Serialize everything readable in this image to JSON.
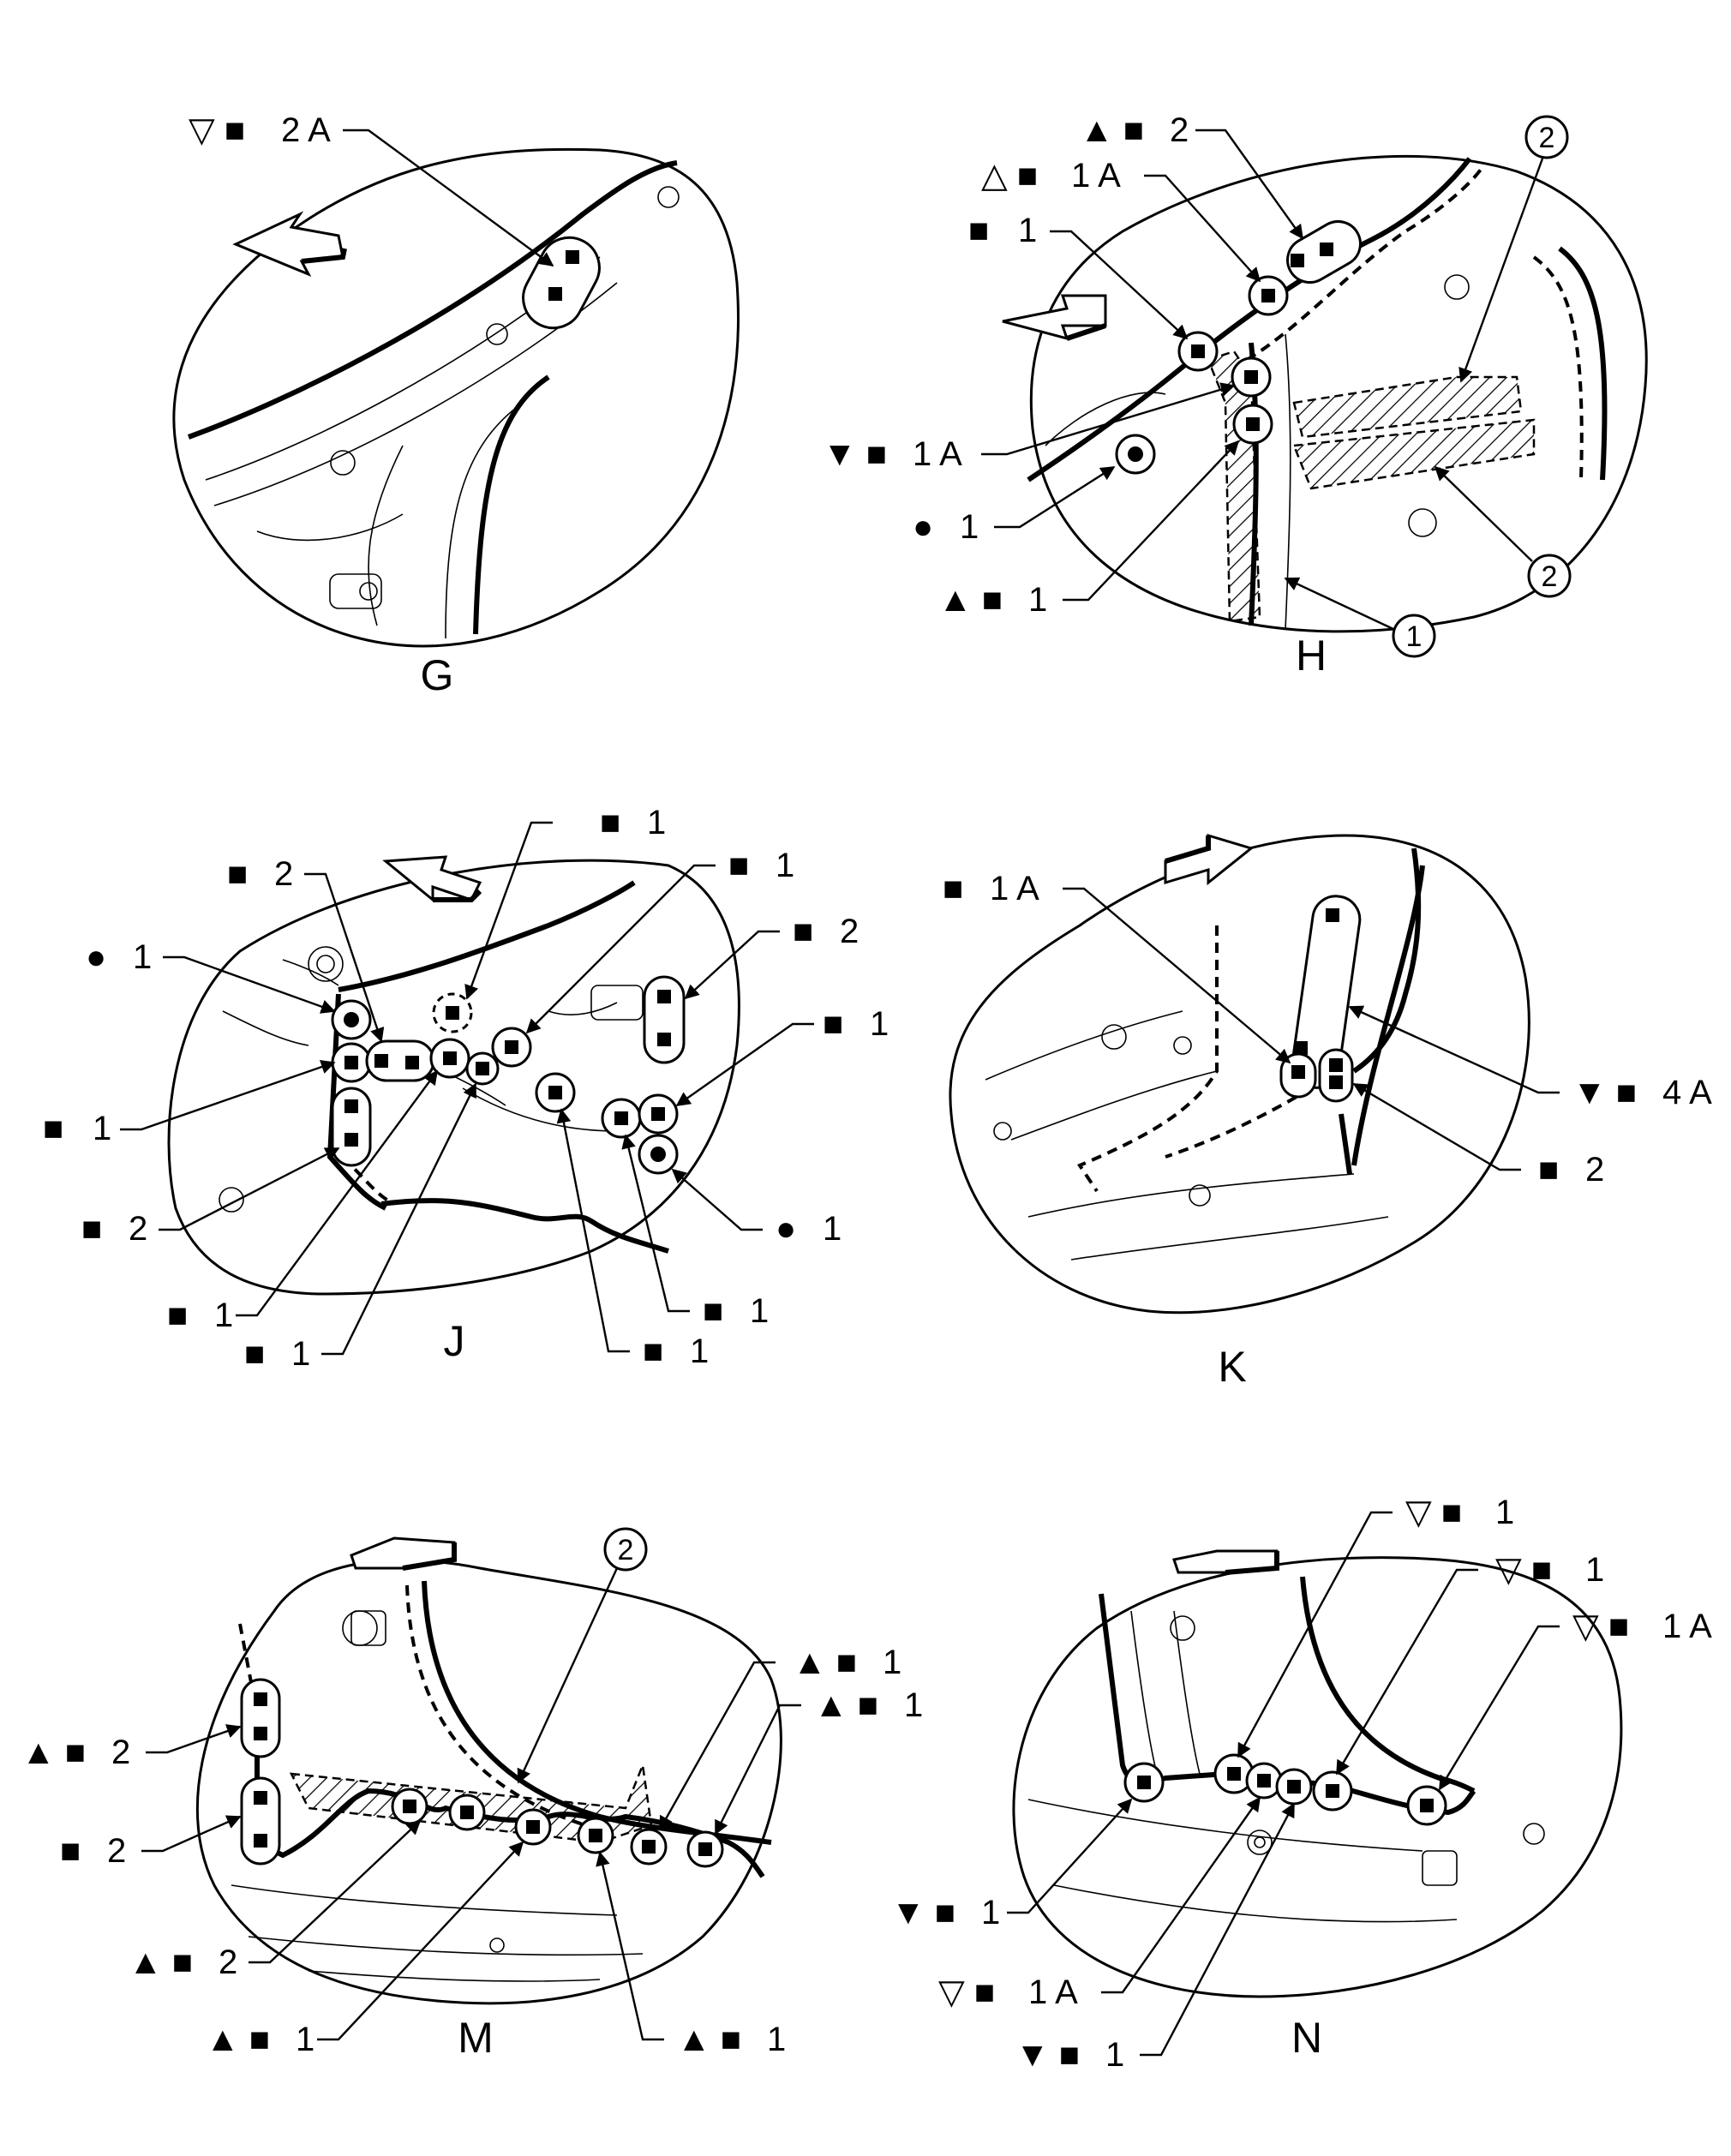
{
  "panels": {
    "G": {
      "letter": "G",
      "callouts": [
        {
          "symbols": "▽ ■",
          "label": "2 A"
        }
      ]
    },
    "H": {
      "letter": "H",
      "callouts": [
        {
          "symbols": "▲ ■",
          "label": "2"
        },
        {
          "symbols": "△ ■",
          "label": "1 A"
        },
        {
          "symbols": "■",
          "label": "1"
        },
        {
          "symbols": "▼ ■",
          "label": "1 A"
        },
        {
          "symbols": "●",
          "label": "1"
        },
        {
          "symbols": "▲ ■",
          "label": "1"
        }
      ],
      "circled_numbers": [
        "2",
        "2",
        "1"
      ]
    },
    "J": {
      "letter": "J",
      "callouts": [
        {
          "symbols": "■",
          "label": "2"
        },
        {
          "symbols": "■",
          "label": "1"
        },
        {
          "symbols": "■",
          "label": "1"
        },
        {
          "symbols": "■",
          "label": "2"
        },
        {
          "symbols": "●",
          "label": "1"
        },
        {
          "symbols": "■",
          "label": "1"
        },
        {
          "symbols": "■",
          "label": "1"
        },
        {
          "symbols": "■",
          "label": "2"
        },
        {
          "symbols": "●",
          "label": "1"
        },
        {
          "symbols": "■",
          "label": "1"
        },
        {
          "symbols": "■",
          "label": "1"
        },
        {
          "symbols": "■",
          "label": "1"
        },
        {
          "symbols": "■",
          "label": "1"
        }
      ]
    },
    "K": {
      "letter": "K",
      "callouts": [
        {
          "symbols": "■",
          "label": "1 A"
        },
        {
          "symbols": "▼ ■",
          "label": "4 A"
        },
        {
          "symbols": "■",
          "label": "2"
        }
      ]
    },
    "M": {
      "letter": "M",
      "callouts": [
        {
          "symbols": "▲ ■",
          "label": "1"
        },
        {
          "symbols": "▲ ■",
          "label": "1"
        },
        {
          "symbols": "▲ ■",
          "label": "2"
        },
        {
          "symbols": "■",
          "label": "2"
        },
        {
          "symbols": "▲ ■",
          "label": "2"
        },
        {
          "symbols": "▲ ■",
          "label": "1"
        },
        {
          "symbols": "▲ ■",
          "label": "1"
        }
      ],
      "circled_numbers": [
        "2"
      ]
    },
    "N": {
      "letter": "N",
      "callouts": [
        {
          "symbols": "▽ ■",
          "label": "1"
        },
        {
          "symbols": "▽ ■",
          "label": "1"
        },
        {
          "symbols": "▽ ■",
          "label": "1 A"
        },
        {
          "symbols": "▼ ■",
          "label": "1"
        },
        {
          "symbols": "▽ ■",
          "label": "1 A"
        },
        {
          "symbols": "▼ ■",
          "label": "1"
        }
      ]
    }
  },
  "icons": [
    "front-direction-arrow-icon",
    "spot-weld-square-icon",
    "circle-callout-icon"
  ]
}
